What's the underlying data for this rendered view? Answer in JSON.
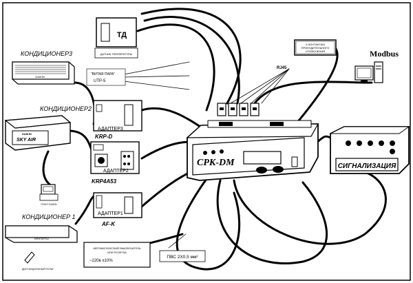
{
  "labels": {
    "conditioner3": "КОНДИЦИОНЕР3",
    "conditioner2": "КОНДИЦИОНЕР2",
    "conditioner1": "КОНДИЦИОНЕР 1",
    "daikin_small": "DAIKIN",
    "daikin": "DAIKIN",
    "sky_air": "SKY AIR",
    "kentatsu": "KENTATSU",
    "remote": "ДИСТАНЦИОННЫЙ ПУЛЬТ",
    "remote_small": "ПУЛЬТ DAIKIN",
    "temp_sensor_code": "ТД",
    "temp_sensor": "ДАТЧИК ТЕМПЕРАТУРЫ",
    "twisted_pair": "\"ВИТАЯ ПАРА\"",
    "utp": "UTP-5",
    "adapter3": "АДАПТЕР3",
    "krp_d": "KRP-D",
    "adapter2": "АДАПТЕР2",
    "krp4a53": "KRP4A53",
    "adapter1": "АДАПТЕР1",
    "af_k": "AF-K",
    "breaker_line1": "АВТОМАТИЧЕСКИЙ ВЫКЛЮЧАТЕЛЬ",
    "breaker_line2": "ИЛИ РОЗЕТКА",
    "breaker_voltage": "~220в ±10%",
    "cable": "ПВС 2Х0,5 мм²",
    "rj45": "RJ45",
    "contacts_line1": "К КОНТАКТАМ",
    "contacts_line2": "ПРИНУДИТЕЛЬНОГО",
    "contacts_line3": "ОТКЛЮЧЕНИЯ",
    "modbus": "Modbus",
    "controller": "СРК-DM",
    "signal": "СИГНАЛИЗАЦИЯ"
  }
}
